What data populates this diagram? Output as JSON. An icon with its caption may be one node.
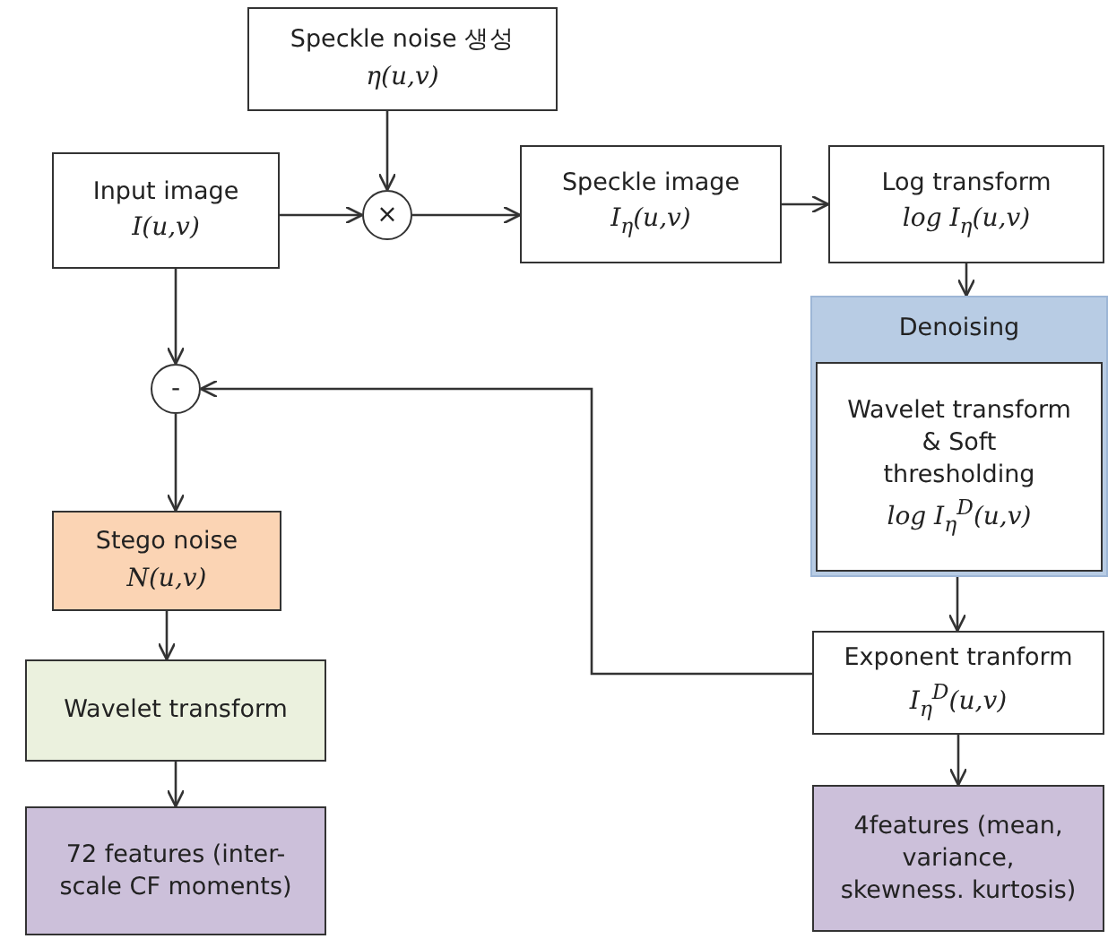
{
  "diagram": {
    "nodes": [
      {
        "text": [
          "Speckle noise 생성",
          "η(u,v)"
        ]
      },
      {
        "text": [
          "Input image",
          "I(u,v)"
        ]
      },
      {
        "text": [
          "×"
        ]
      },
      {
        "text": [
          "Speckle image",
          "I$_{η}$(u,v)"
        ]
      },
      {
        "text": [
          "Log transform",
          "log I$_{η}$(u,v)"
        ]
      },
      {
        "text": [
          "Denoising"
        ]
      },
      {
        "text": [
          "Wavelet transform & Soft thresholding",
          "log I$_{η}$$^{D}$(u,v)"
        ],
        "in": 5
      },
      {
        "text": [
          "-"
        ]
      },
      {
        "text": [
          "Stego noise",
          "N(u,v)"
        ]
      },
      {
        "text": [
          "Wavelet transform"
        ]
      },
      {
        "text": [
          "72 features (inter-scale CF moments)"
        ]
      },
      {
        "text": [
          "Exponent tranform",
          "I$_{η}$$^{D}$(u,v)"
        ]
      },
      {
        "text": [
          "4features (mean, variance, skewness. kurtosis)"
        ]
      }
    ],
    "edges": [
      {
        "from": 0,
        "to": 2,
        "arrow": "to"
      },
      {
        "from": 1,
        "to": 2,
        "arrow": "to"
      },
      {
        "from": 2,
        "to": 3,
        "arrow": "to"
      },
      {
        "from": 3,
        "to": 4,
        "arrow": "to"
      },
      {
        "from": 4,
        "to": 5,
        "arrow": "to"
      },
      {
        "from": 6,
        "to": 11,
        "arrow": "to"
      },
      {
        "from": 11,
        "to": 7,
        "arrow": "to"
      },
      {
        "from": 1,
        "to": 7,
        "arrow": "to"
      },
      {
        "from": 7,
        "to": 8,
        "arrow": "to"
      },
      {
        "from": 8,
        "to": 9,
        "arrow": "to"
      },
      {
        "from": 9,
        "to": 10,
        "arrow": "to"
      },
      {
        "from": 11,
        "to": 12,
        "arrow": "to"
      }
    ]
  }
}
